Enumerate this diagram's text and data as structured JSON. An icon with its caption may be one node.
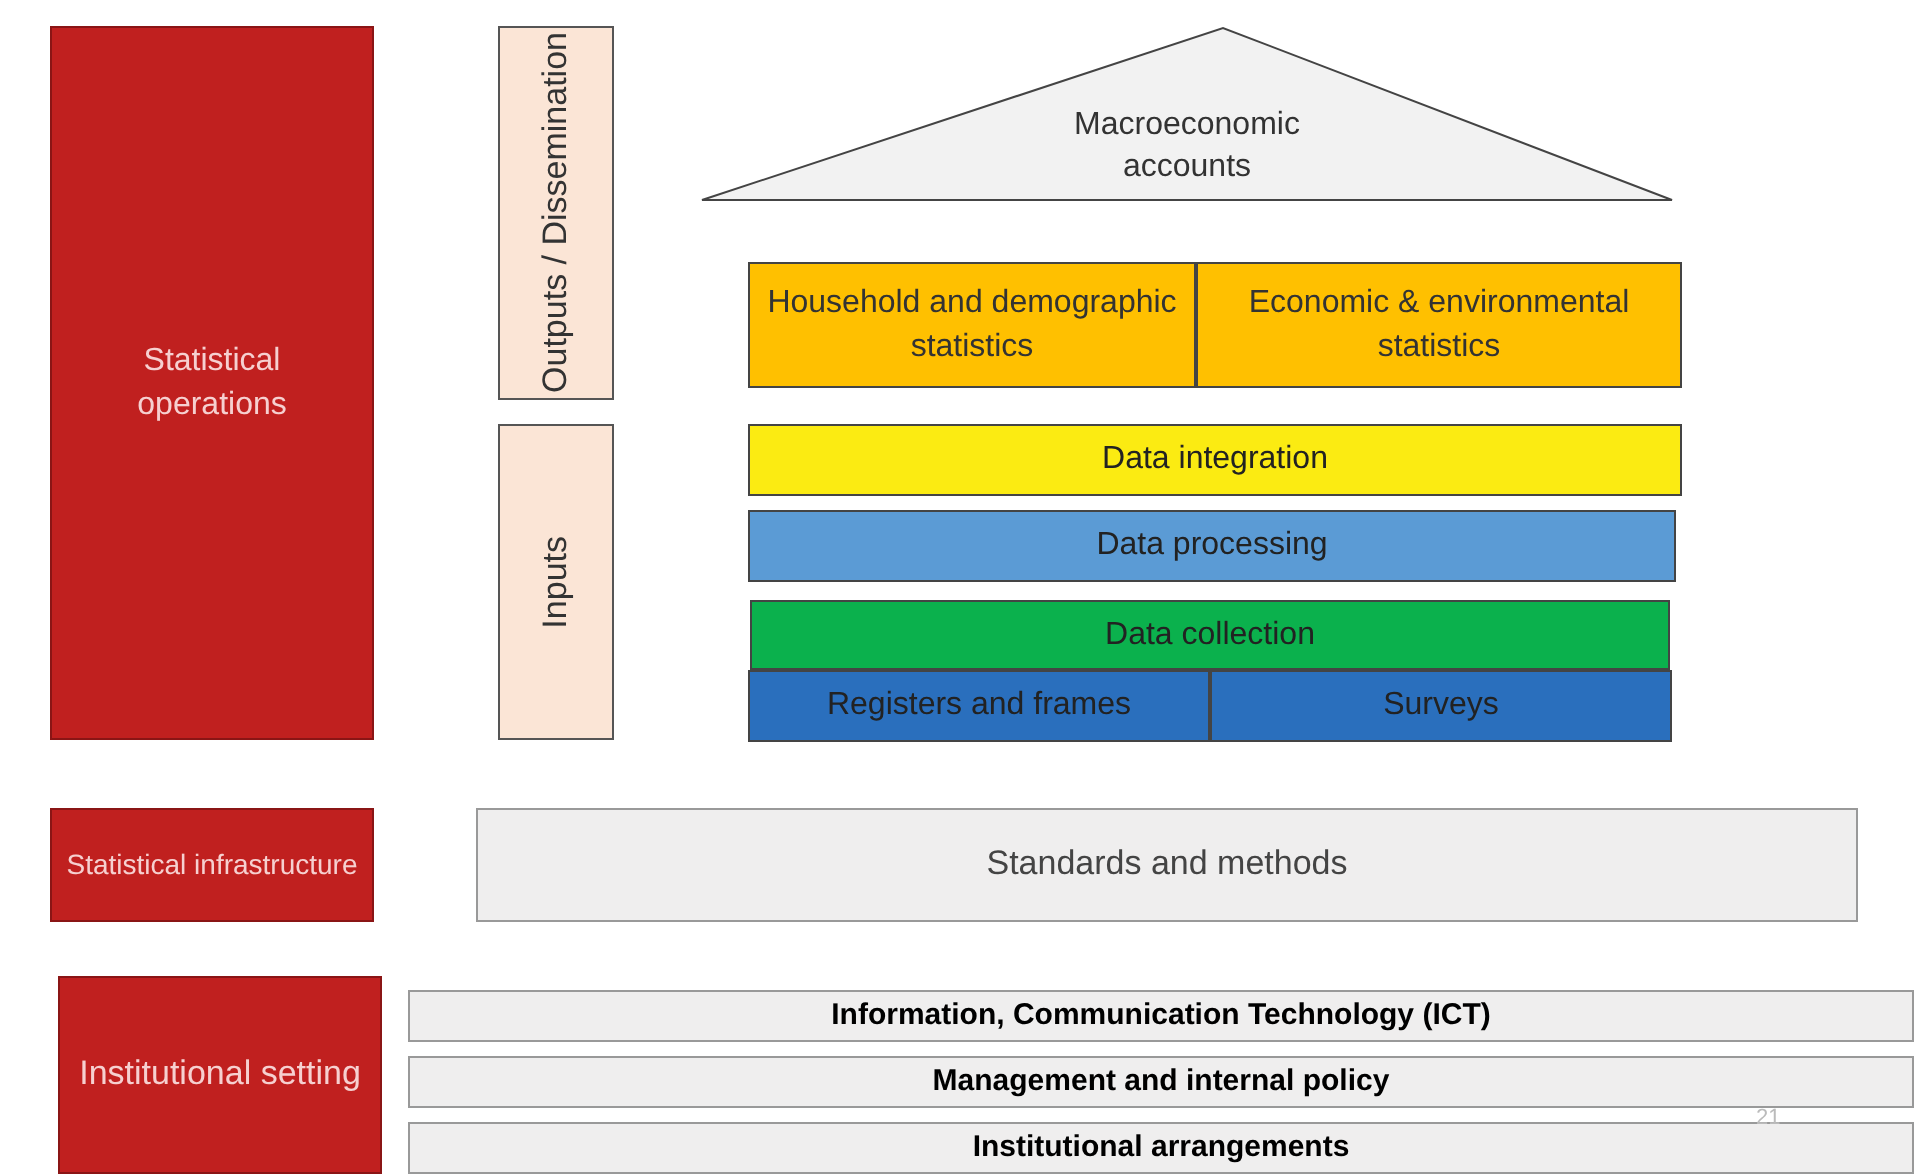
{
  "diagram": {
    "nodes": [
      {
        "text": [
          "Statistical operations"
        ]
      },
      {
        "text": [
          "Outputs / Dissemination"
        ]
      },
      {
        "text": [
          "Macroeconomic accounts"
        ]
      },
      {
        "text": [
          "Household and demographic statistics"
        ]
      },
      {
        "text": [
          "Economic & environmental statistics"
        ]
      },
      {
        "text": [
          "Data integration"
        ]
      },
      {
        "text": [
          "Data processing"
        ]
      },
      {
        "text": [
          "Inputs"
        ]
      },
      {
        "text": [
          "Data collection"
        ]
      },
      {
        "text": [
          "Registers and frames"
        ]
      },
      {
        "text": [
          "Surveys"
        ]
      },
      {
        "text": [
          "Statistical infrastructure"
        ]
      },
      {
        "text": [
          "Standards and methods"
        ]
      },
      {
        "text": [
          "Institutional setting"
        ]
      },
      {
        "text": [
          "Information, Communication Technology (ICT)"
        ]
      },
      {
        "text": [
          "Management and internal policy"
        ]
      },
      {
        "text": [
          "Institutional arrangements"
        ]
      }
    ],
    "labels": [
      "21"
    ]
  }
}
